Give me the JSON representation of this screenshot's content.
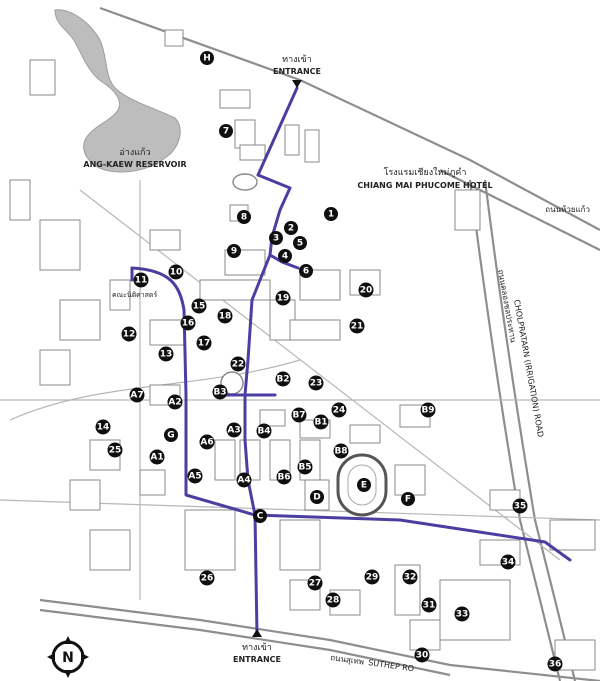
{
  "map": {
    "labels": {
      "north_entrance_th": "ทางเข้า",
      "north_entrance_en": "ENTRANCE",
      "south_entrance_th": "ทางเข้า",
      "south_entrance_en": "ENTRANCE",
      "reservoir_th": "อ่างแก้ว",
      "reservoir_en": "ANG-KAEW RESERVOIR",
      "hotel_th": "โรงแรมเชียงใหม่ภูคำ",
      "hotel_en": "CHIANG MAI PHUCOME HOTEL",
      "road_right_th": "ถนนห้วยแก้ว",
      "road_east_th": "ถนนคลองชลประทาน",
      "road_east_en": "CHOLPRATARN (IRRIGATION) ROAD",
      "road_south_th": "ถนนสุเทพ",
      "road_south_en": "SUTHEP RO",
      "small_label_th": "คณะนิติศาสตร์",
      "compass_letter": "N"
    },
    "markers": [
      {
        "id": "H"
      },
      {
        "id": "7"
      },
      {
        "id": "8"
      },
      {
        "id": "1"
      },
      {
        "id": "2"
      },
      {
        "id": "3"
      },
      {
        "id": "4"
      },
      {
        "id": "5"
      },
      {
        "id": "6"
      },
      {
        "id": "9"
      },
      {
        "id": "10"
      },
      {
        "id": "11"
      },
      {
        "id": "12"
      },
      {
        "id": "13"
      },
      {
        "id": "15"
      },
      {
        "id": "16"
      },
      {
        "id": "17"
      },
      {
        "id": "18"
      },
      {
        "id": "19"
      },
      {
        "id": "20"
      },
      {
        "id": "21"
      },
      {
        "id": "22"
      },
      {
        "id": "23"
      },
      {
        "id": "24"
      },
      {
        "id": "B2"
      },
      {
        "id": "B3"
      },
      {
        "id": "B9"
      },
      {
        "id": "B7"
      },
      {
        "id": "B1"
      },
      {
        "id": "B4"
      },
      {
        "id": "B8"
      },
      {
        "id": "B5"
      },
      {
        "id": "B6"
      },
      {
        "id": "A7"
      },
      {
        "id": "A2"
      },
      {
        "id": "A3"
      },
      {
        "id": "A6"
      },
      {
        "id": "A1"
      },
      {
        "id": "A5"
      },
      {
        "id": "A4"
      },
      {
        "id": "G"
      },
      {
        "id": "14"
      },
      {
        "id": "25"
      },
      {
        "id": "D"
      },
      {
        "id": "E"
      },
      {
        "id": "F"
      },
      {
        "id": "C"
      },
      {
        "id": "35"
      },
      {
        "id": "34"
      },
      {
        "id": "26"
      },
      {
        "id": "27"
      },
      {
        "id": "28"
      },
      {
        "id": "29"
      },
      {
        "id": "32"
      },
      {
        "id": "31"
      },
      {
        "id": "33"
      },
      {
        "id": "30"
      },
      {
        "id": "36"
      }
    ]
  }
}
